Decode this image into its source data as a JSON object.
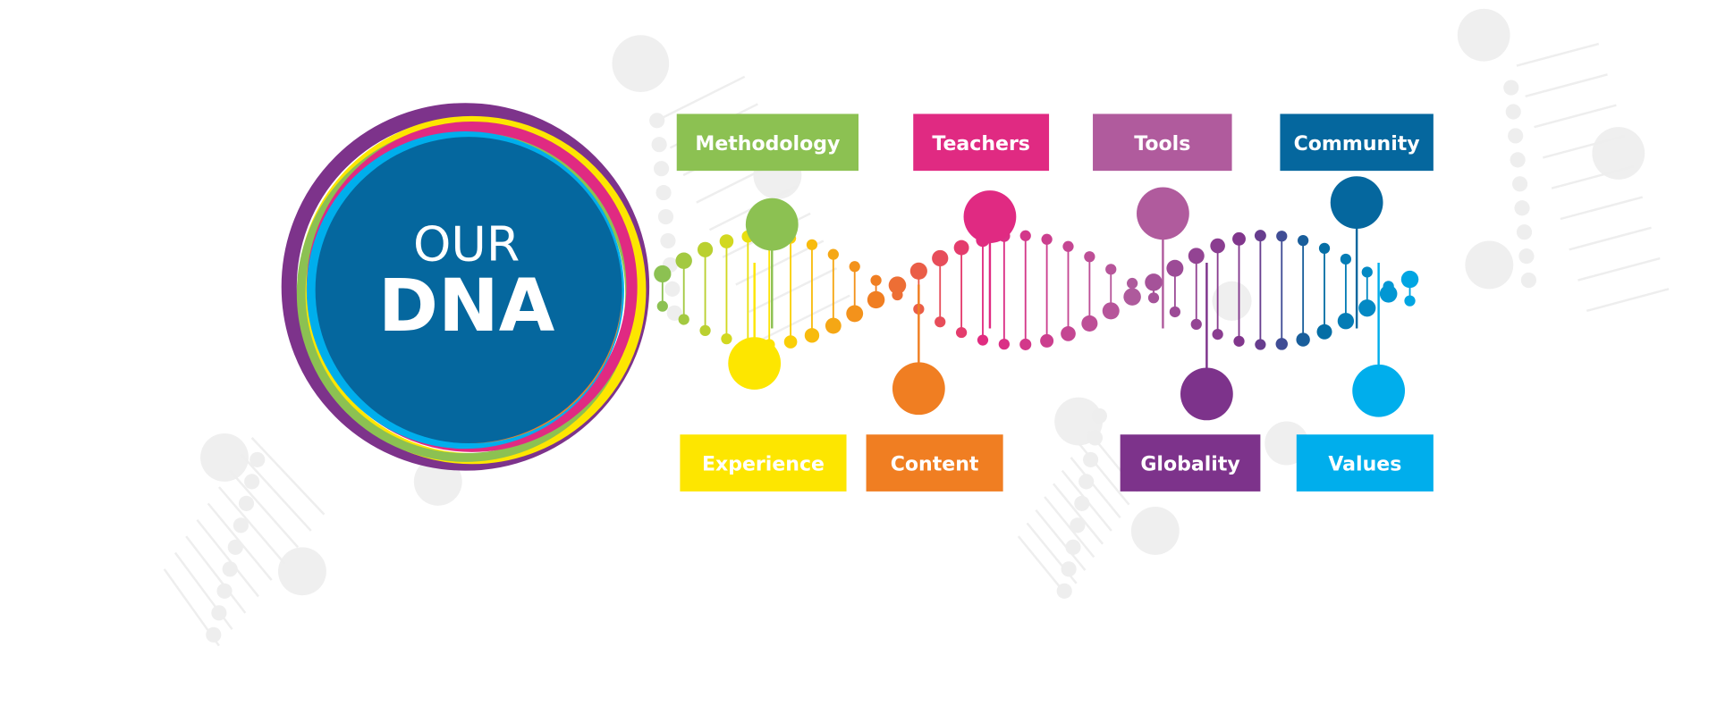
{
  "title": {
    "line1": "OUR",
    "line2": "DNA",
    "circle_color": "#05679e"
  },
  "labels_top": [
    {
      "text": "Methodology",
      "color": "#8cc152"
    },
    {
      "text": "Teachers",
      "color": "#e02a82"
    },
    {
      "text": "Tools",
      "color": "#b05b9d"
    },
    {
      "text": "Community",
      "color": "#05679e"
    }
  ],
  "labels_bottom": [
    {
      "text": "Experience",
      "color": "#fde600"
    },
    {
      "text": "Content",
      "color": "#f07e22"
    },
    {
      "text": "Globality",
      "color": "#7d338b"
    },
    {
      "text": "Values",
      "color": "#00aeec"
    }
  ]
}
